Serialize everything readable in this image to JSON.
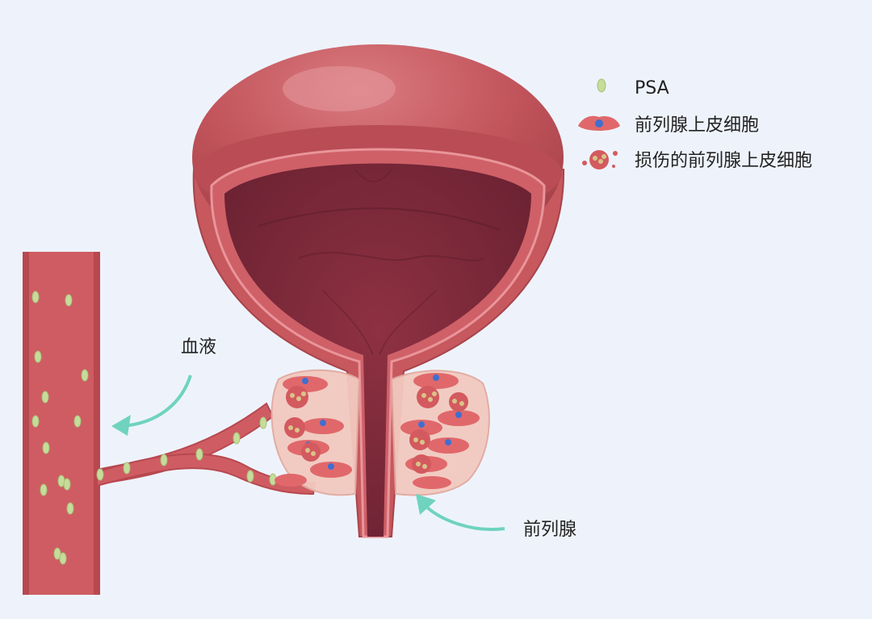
{
  "legend": {
    "psa": "PSA",
    "epithelial_cell": "前列腺上皮细胞",
    "damaged_epithelial_cell": "损伤的前列腺上皮细胞"
  },
  "labels": {
    "blood": "血液",
    "prostate": "前列腺"
  },
  "colors": {
    "background": "#eef3fb",
    "bladder_outer": "#c6585e",
    "bladder_inner": "#7a2a38",
    "vessel": "#cf5c63",
    "prostate_fill": "#f2c9bf",
    "cell": "#e0686b",
    "nucleus": "#3f6fd0",
    "psa_particle": "#c5dc9a",
    "arrow": "#6fd3bf"
  }
}
